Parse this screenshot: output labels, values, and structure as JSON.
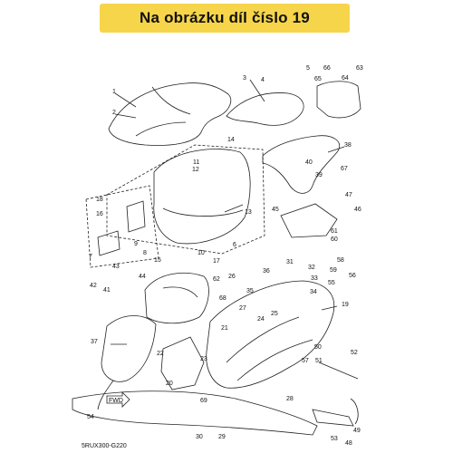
{
  "banner": {
    "text": "Na obrázku díl číslo 19"
  },
  "diagram_code": "5RUX300-G220",
  "fwd_label": "FWD",
  "part_numbers": [
    "1",
    "2",
    "3",
    "4",
    "5",
    "6",
    "7",
    "8",
    "9",
    "10",
    "11",
    "12",
    "13",
    "14",
    "15",
    "16",
    "17",
    "18",
    "19",
    "20",
    "21",
    "22",
    "23",
    "24",
    "25",
    "26",
    "27",
    "28",
    "29",
    "30",
    "31",
    "32",
    "33",
    "34",
    "35",
    "36",
    "37",
    "38",
    "39",
    "40",
    "41",
    "42",
    "43",
    "44",
    "45",
    "46",
    "47",
    "48",
    "49",
    "50",
    "51",
    "52",
    "53",
    "54",
    "55",
    "56",
    "57",
    "58",
    "59",
    "60",
    "61",
    "62",
    "63",
    "64",
    "65",
    "66",
    "67",
    "68",
    "69"
  ],
  "colors": {
    "banner": "#f7d54a",
    "line": "#222222"
  }
}
